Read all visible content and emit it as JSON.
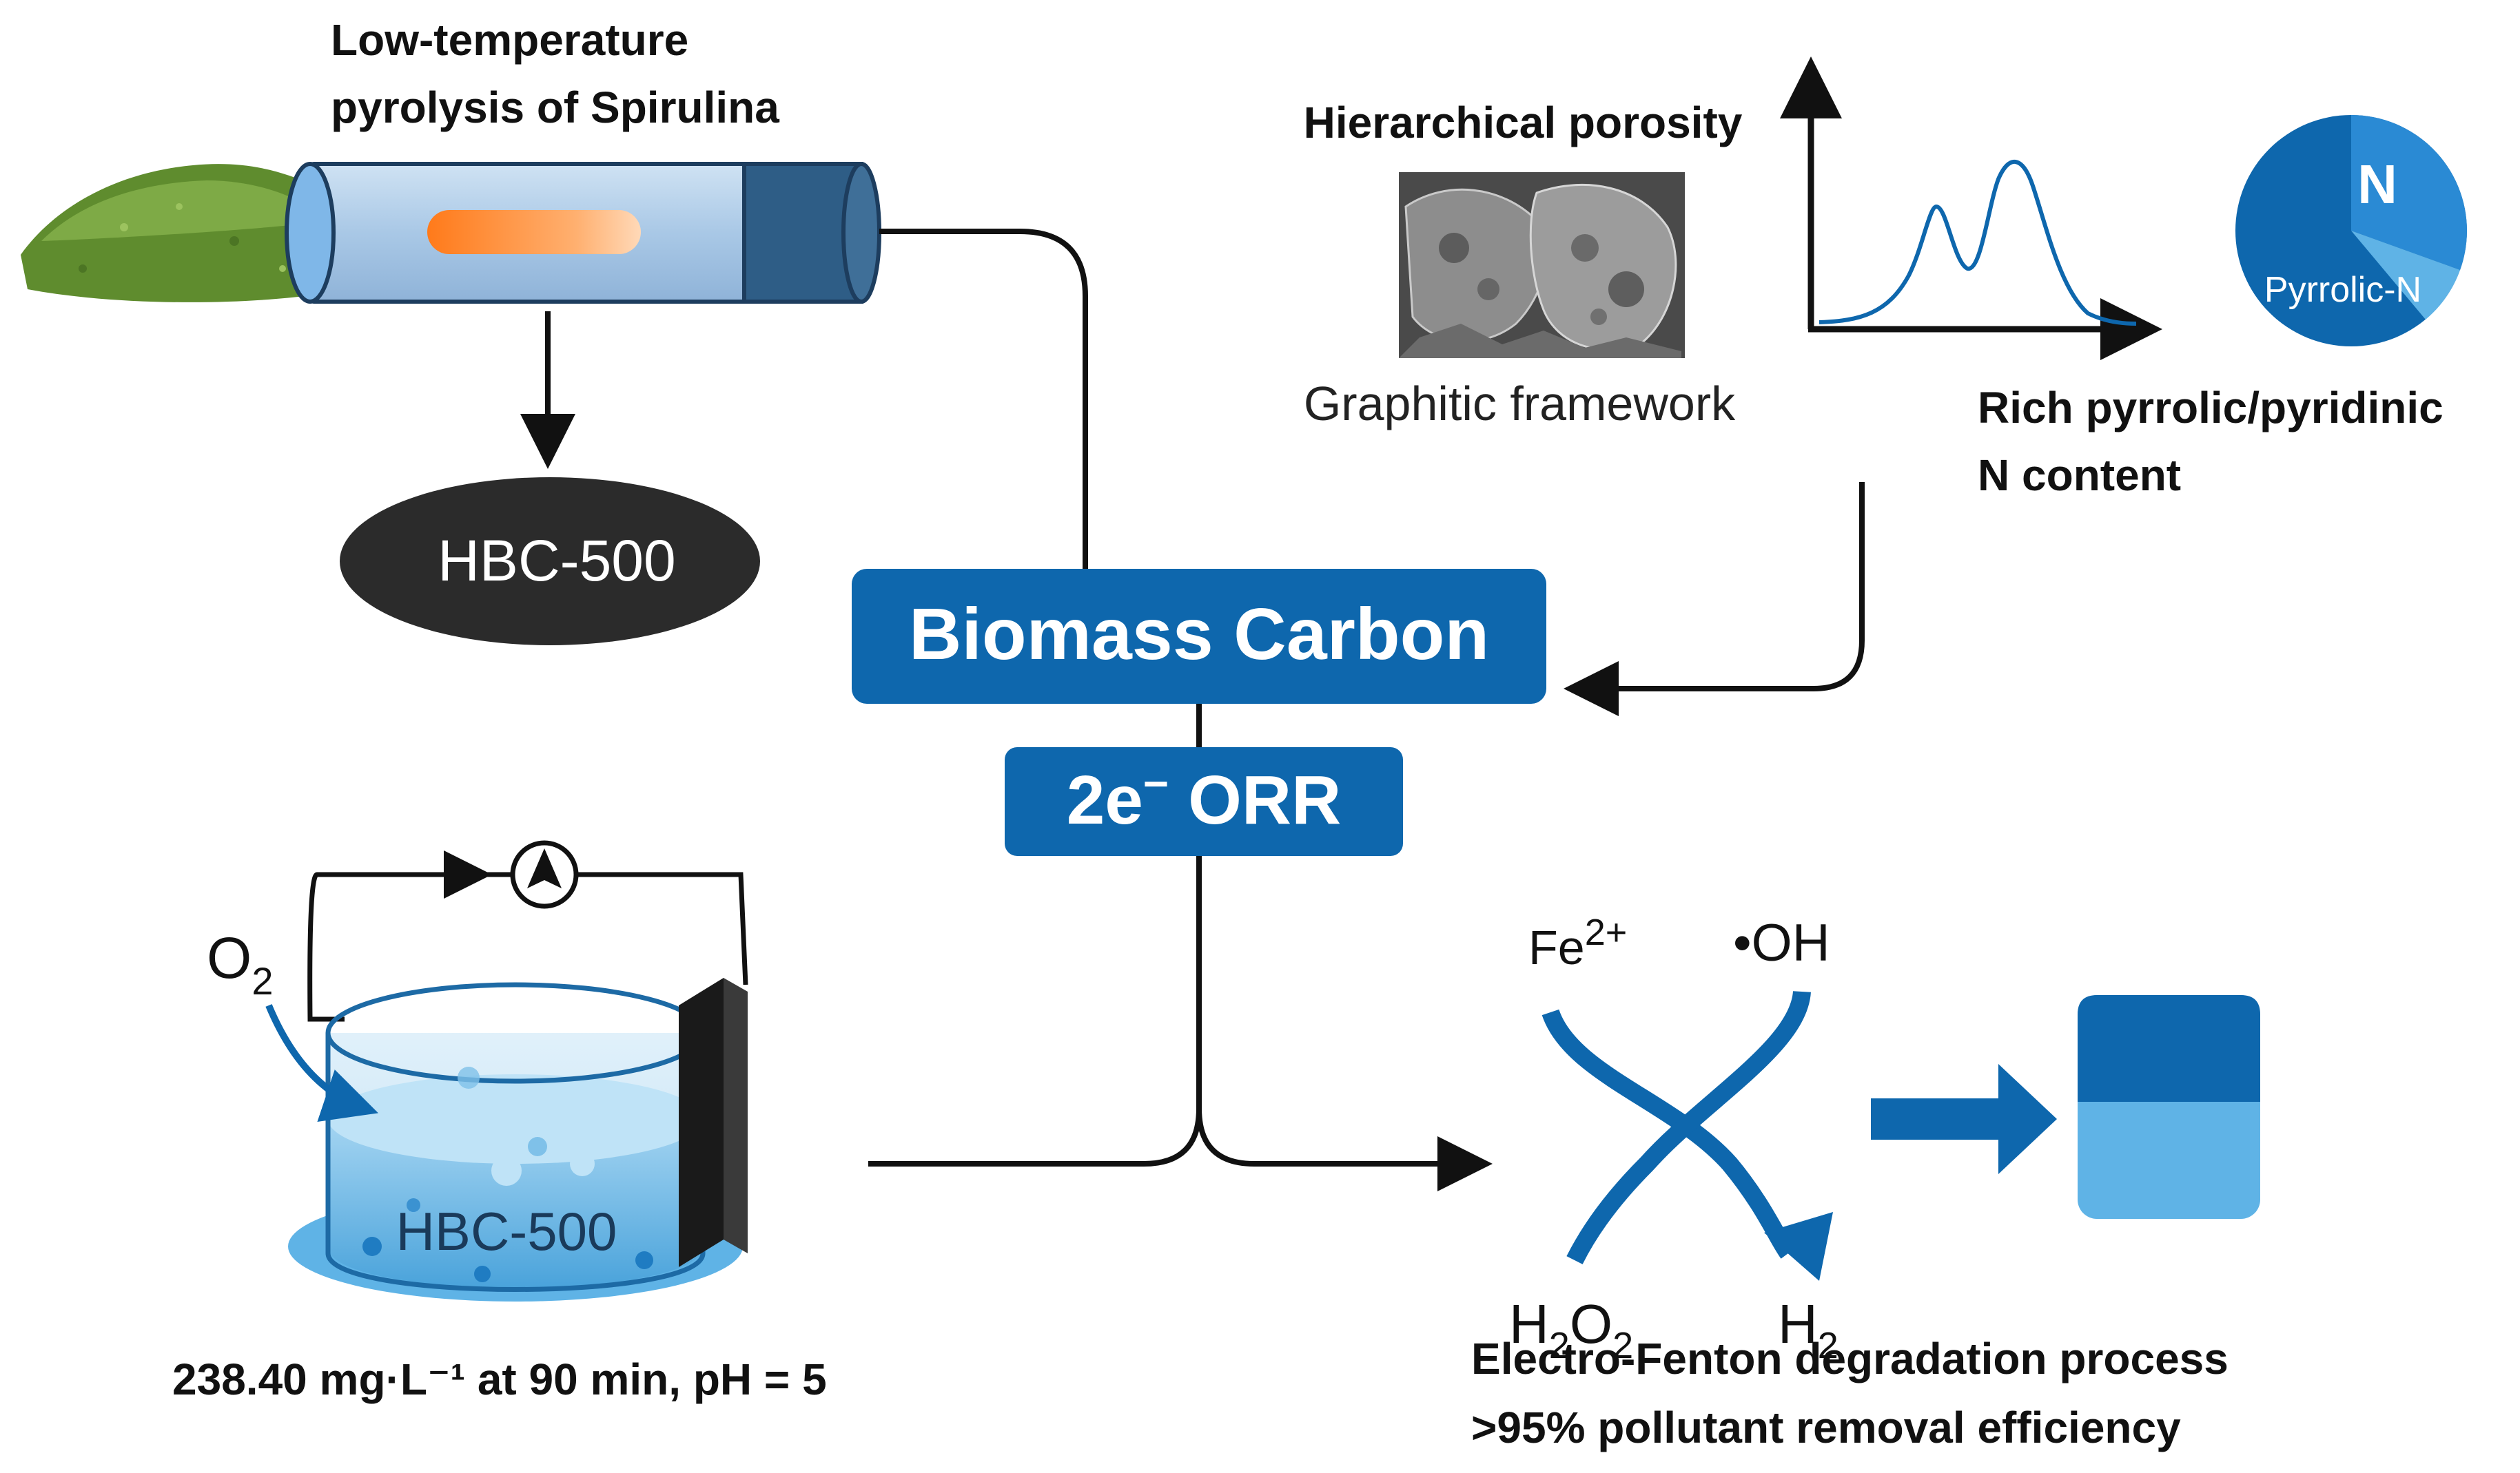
{
  "labels": {
    "pyrolysis_line1": "Low-temperature",
    "pyrolysis_line2": "pyrolysis of Spirulina",
    "hbc_top": "HBC-500",
    "hier_porosity": "Hierarchical porosity",
    "graphitic": "Graphitic framework",
    "pie_n": "N",
    "pie_pyrrolic": "Pyrrolic-N",
    "rich_n_line1": "Rich pyrrolic/pyridinic",
    "rich_n_line2": "N content",
    "biomass_carbon": "Biomass Carbon",
    "orr_prefix": "2e",
    "orr_sup": "−",
    "orr_suffix": " ORR",
    "o2_o": "O",
    "o2_sub": "2",
    "hbc_beaker": "HBC-500",
    "conc_text": "238.40 mg·L⁻¹ at 90 min, pH = 5",
    "fe_base": "Fe",
    "fe_sup": "2+",
    "oh": "•OH",
    "h2o2_h": "H",
    "h2o2_2a": "2",
    "h2o2_o": "O",
    "h2o2_2b": "2",
    "h2_h": "H",
    "h2_2": "2",
    "ef_line1": "Electro-Fenton degradation process",
    "ef_line2": ">95% pollutant removal efficiency"
  },
  "colors": {
    "primary_blue": "#0e67ad",
    "light_blue": "#5fb3e6",
    "tube_fill": "#b9d4ec",
    "powder_green": "#6f9a3a",
    "dark_oval": "#2b2b2b"
  }
}
